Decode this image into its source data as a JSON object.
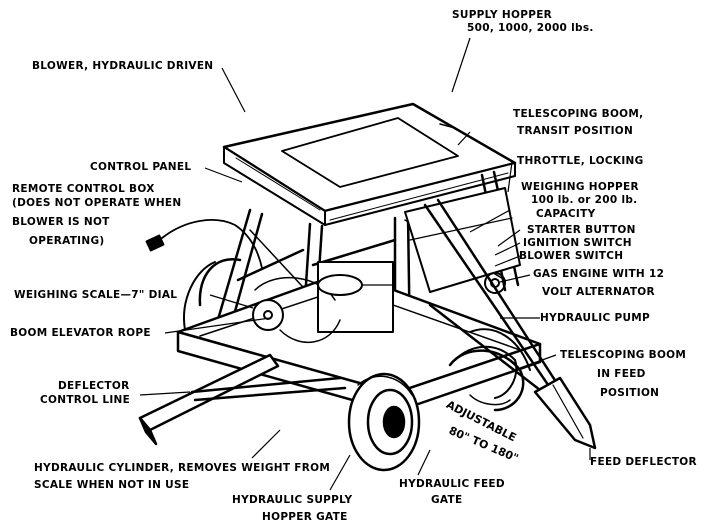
{
  "labels": {
    "supply_hopper": "SUPPLY HOPPER",
    "supply_hopper_sizes": "500, 1000, 2000 lbs.",
    "blower": "BLOWER, HYDRAULIC DRIVEN",
    "telescoping_boom_transit_1": "TELESCOPING BOOM,",
    "telescoping_boom_transit_2": "TRANSIT POSITION",
    "control_panel": "CONTROL PANEL",
    "throttle": "THROTTLE, LOCKING",
    "remote_box_1": "REMOTE CONTROL BOX",
    "remote_box_2": "(DOES NOT OPERATE WHEN",
    "remote_box_3": "BLOWER IS NOT",
    "remote_box_4": "OPERATING)",
    "weighing_hopper_1": "WEIGHING HOPPER",
    "weighing_hopper_2": "100 lb. or 200 lb.",
    "weighing_hopper_3": "CAPACITY",
    "starter_button": "STARTER BUTTON",
    "ignition_switch": "IGNITION SWITCH",
    "blower_switch": "BLOWER SWITCH",
    "gas_engine_1": "GAS ENGINE WITH 12",
    "gas_engine_2": "VOLT ALTERNATOR",
    "weighing_scale": "WEIGHING SCALE—7\" DIAL",
    "hydraulic_pump": "HYDRAULIC PUMP",
    "boom_elevator_rope": "BOOM ELEVATOR ROPE",
    "telescoping_boom_feed_1": "TELESCOPING BOOM",
    "telescoping_boom_feed_2": "IN FEED",
    "telescoping_boom_feed_3": "POSITION",
    "deflector_control_1": "DEFLECTOR",
    "deflector_control_2": "CONTROL LINE",
    "adjustable_1": "ADJUSTABLE",
    "adjustable_2": "80\" TO 180\"",
    "feed_deflector": "FEED DEFLECTOR",
    "hydraulic_cylinder_1": "HYDRAULIC CYLINDER, REMOVES WEIGHT FROM",
    "hydraulic_cylinder_2": "SCALE WHEN NOT IN USE",
    "hydraulic_feed_gate_1": "HYDRAULIC FEED",
    "hydraulic_feed_gate_2": "GATE",
    "hydraulic_supply_gate_1": "HYDRAULIC SUPPLY",
    "hydraulic_supply_gate_2": "HOPPER GATE"
  }
}
